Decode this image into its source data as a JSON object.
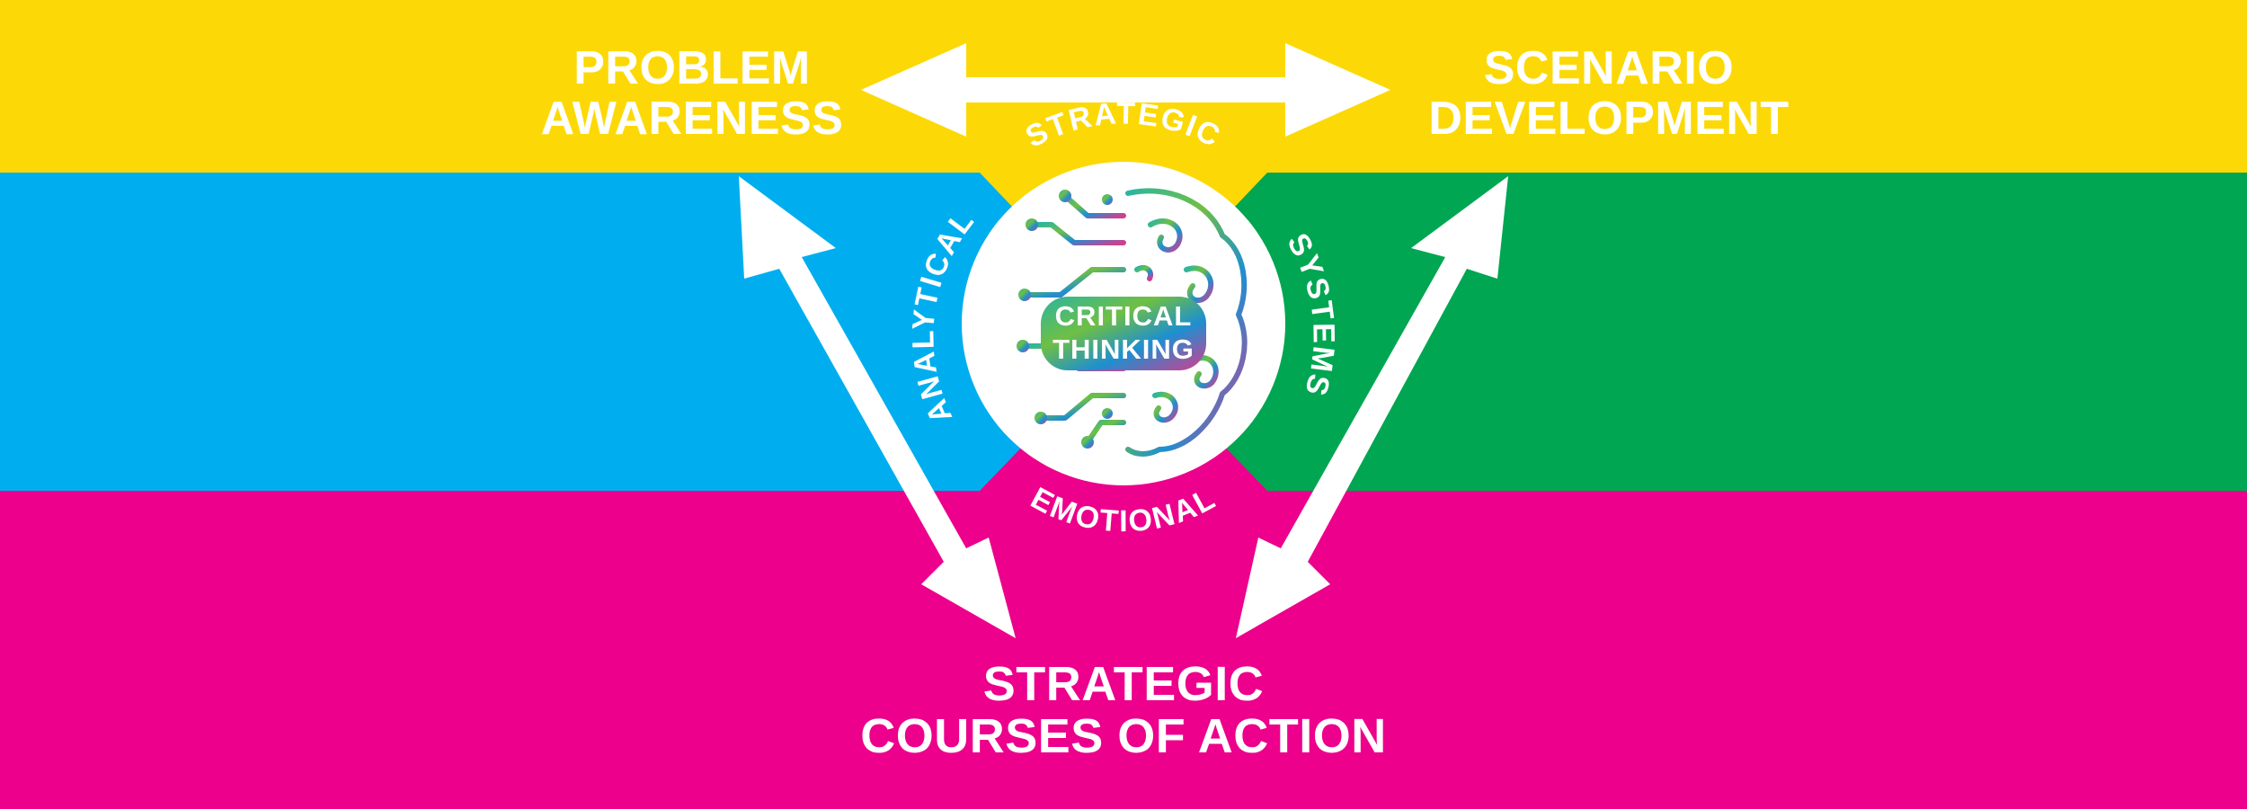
{
  "colors": {
    "top_band": "#FCD906",
    "left_band": "#00AEEF",
    "right_band": "#00A651",
    "bottom_band": "#EC008C",
    "arrow": "#FFFFFF",
    "brain_gradient": [
      "#2BB5A0",
      "#6FBF44",
      "#1E8FD0",
      "#D63C8E"
    ]
  },
  "diagram": {
    "nodes": {
      "top_left": [
        "PROBLEM",
        "AWARENESS"
      ],
      "top_right": [
        "SCENARIO",
        "DEVELOPMENT"
      ],
      "bottom": [
        "STRATEGIC",
        "COURSES OF ACTION"
      ]
    },
    "connections": [
      {
        "from": "top_left",
        "to": "top_right",
        "type": "double-arrow"
      },
      {
        "from": "top_left",
        "to": "bottom",
        "type": "double-arrow"
      },
      {
        "from": "top_right",
        "to": "bottom",
        "type": "double-arrow"
      }
    ],
    "center": {
      "lines": [
        "CRITICAL",
        "THINKING"
      ],
      "icon": "brain-circuit-icon",
      "ring_labels": {
        "top": "STRATEGIC",
        "left": "ANALYTICAL",
        "right": "SYSTEMS",
        "bottom": "EMOTIONAL"
      }
    }
  }
}
